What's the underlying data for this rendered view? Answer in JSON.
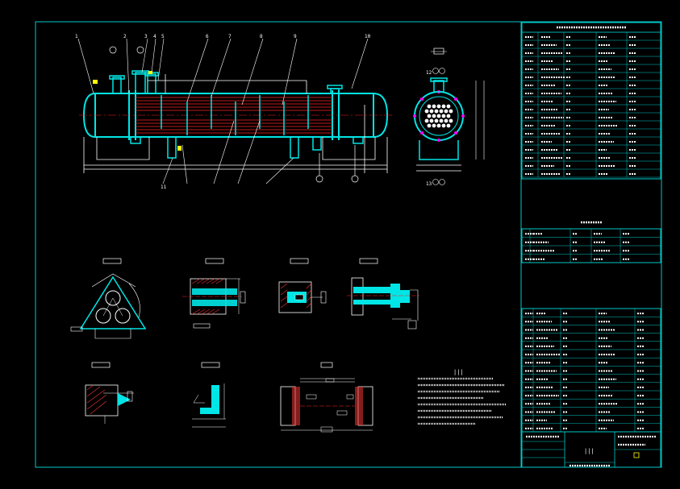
{
  "colors": {
    "background": "#000000",
    "frame": "#00c8c8",
    "outline": "#ffffff",
    "shell": "#00e5e5",
    "tube": "#ff2020",
    "hatch": "#e03030",
    "flange": "#ff00ff",
    "accent": "#ffff00",
    "leader": "#ffffff"
  },
  "drawing": {
    "front_view": {
      "callout_numbers": [
        "1",
        "2",
        "3",
        "4",
        "5",
        "6",
        "7",
        "8",
        "9",
        "10",
        "11"
      ]
    },
    "side_view": {
      "callout_numbers": [
        "12",
        "13"
      ]
    }
  },
  "notes": {
    "heading": "|||"
  },
  "title_block": {
    "sheet_mark": "|||"
  }
}
